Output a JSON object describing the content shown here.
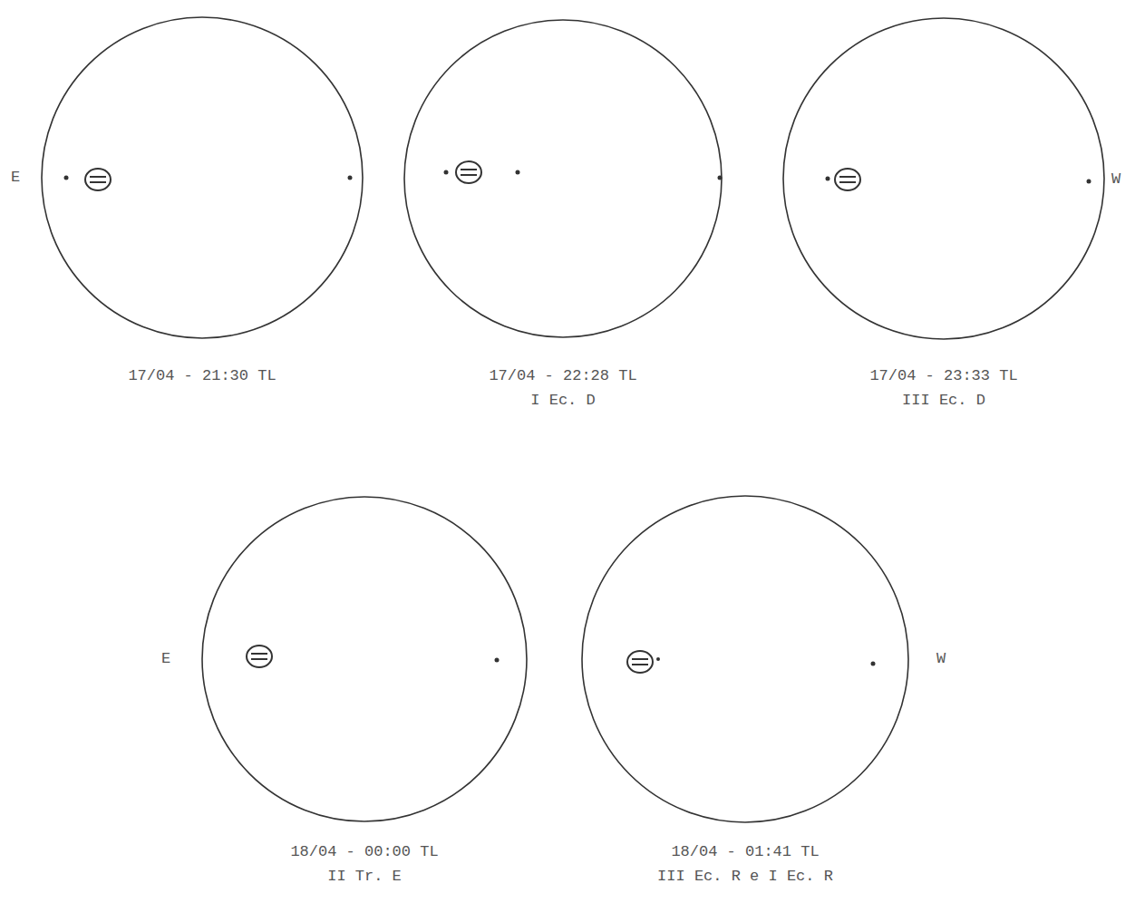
{
  "diagram": {
    "nodes": [
      {
        "text": [
          "17/04 - 21:30 TL"
        ]
      },
      {
        "text": [
          "17/04 - 22:28 TL",
          "I Ec. D"
        ]
      },
      {
        "text": [
          "17/04 - 23:33 TL",
          "III Ec. D"
        ]
      },
      {
        "text": [
          "18/04 - 00:00 TL",
          "II Tr. E"
        ]
      },
      {
        "text": [
          "18/04 - 01:41 TL",
          "III Ec. R e I Ec. R"
        ]
      }
    ],
    "edges": [],
    "labels": [
      "E",
      "W",
      "E",
      "W"
    ]
  }
}
